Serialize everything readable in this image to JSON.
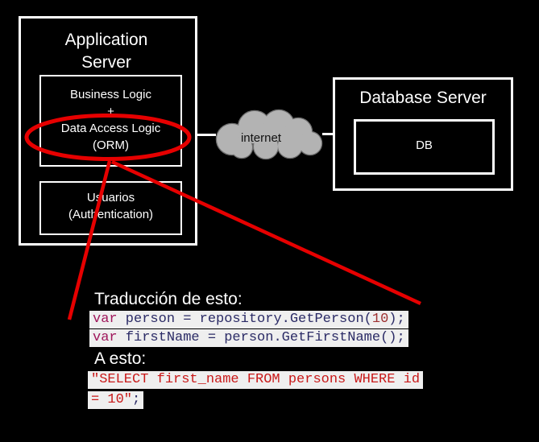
{
  "diagram": {
    "app_server": {
      "title_lines": [
        "Application",
        "Server"
      ],
      "logic_box_lines": [
        "Business Logic",
        "+",
        "Data Access Logic",
        "(ORM)"
      ],
      "users_box_lines": [
        "Usuarios",
        "(Authentication)"
      ]
    },
    "cloud_label": "internet",
    "db_server": {
      "title": "Database Server",
      "db_label": "DB"
    }
  },
  "annotation": {
    "heading_from": "Traducción de esto:",
    "code_lines": [
      {
        "keyword": "var",
        "body": " person = repository.GetPerson(",
        "number": "10",
        "tail": ");"
      },
      {
        "keyword": "var",
        "body": " firstName = person.GetFirstName();"
      }
    ],
    "heading_to": "A esto:",
    "sql_lines": [
      {
        "string_part": "\"SELECT first_name FROM persons WHERE id",
        "tail": ""
      },
      {
        "string_part": "= 10\"",
        "tail": ";"
      }
    ]
  },
  "colors": {
    "background": "#000000",
    "box_border": "#ffffff",
    "diagram_text": "#ffffff",
    "annotation_red": "#e60000",
    "cloud_fill": "#b3b3b3",
    "cloud_stroke": "#6e6e6e",
    "cloud_text": "#111111",
    "code_background": "#efefef",
    "code_keyword": "#a0185c",
    "code_text": "#2b2b66",
    "code_number": "#9e3131",
    "sql_string": "#c81919"
  }
}
